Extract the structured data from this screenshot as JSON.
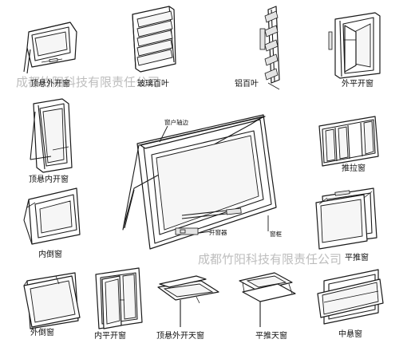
{
  "labels": {
    "top_hung_out": "顶悬外开窗",
    "glass_louver": "玻璃百叶",
    "aluminum_louver": "铝百叶",
    "casement_out": "外平开窗",
    "top_hung_in": "顶悬内开窗",
    "sliding": "推拉窗",
    "tilt_in": "内倒窗",
    "parallel_push": "平推窗",
    "tilt_out": "外倒窗",
    "casement_in": "内平开窗",
    "top_hung_skylight": "顶悬外开天窗",
    "parallel_skylight": "平推天窗",
    "center_pivot": "中悬窗"
  },
  "main_diagram": {
    "sash_edge": "窗户轴边",
    "frame": "窗框",
    "opener": "开窗器"
  },
  "watermarks": {
    "upper": "成都竹阳科技有限责任公司",
    "lower": "成都竹阳科技有限责任公司"
  }
}
